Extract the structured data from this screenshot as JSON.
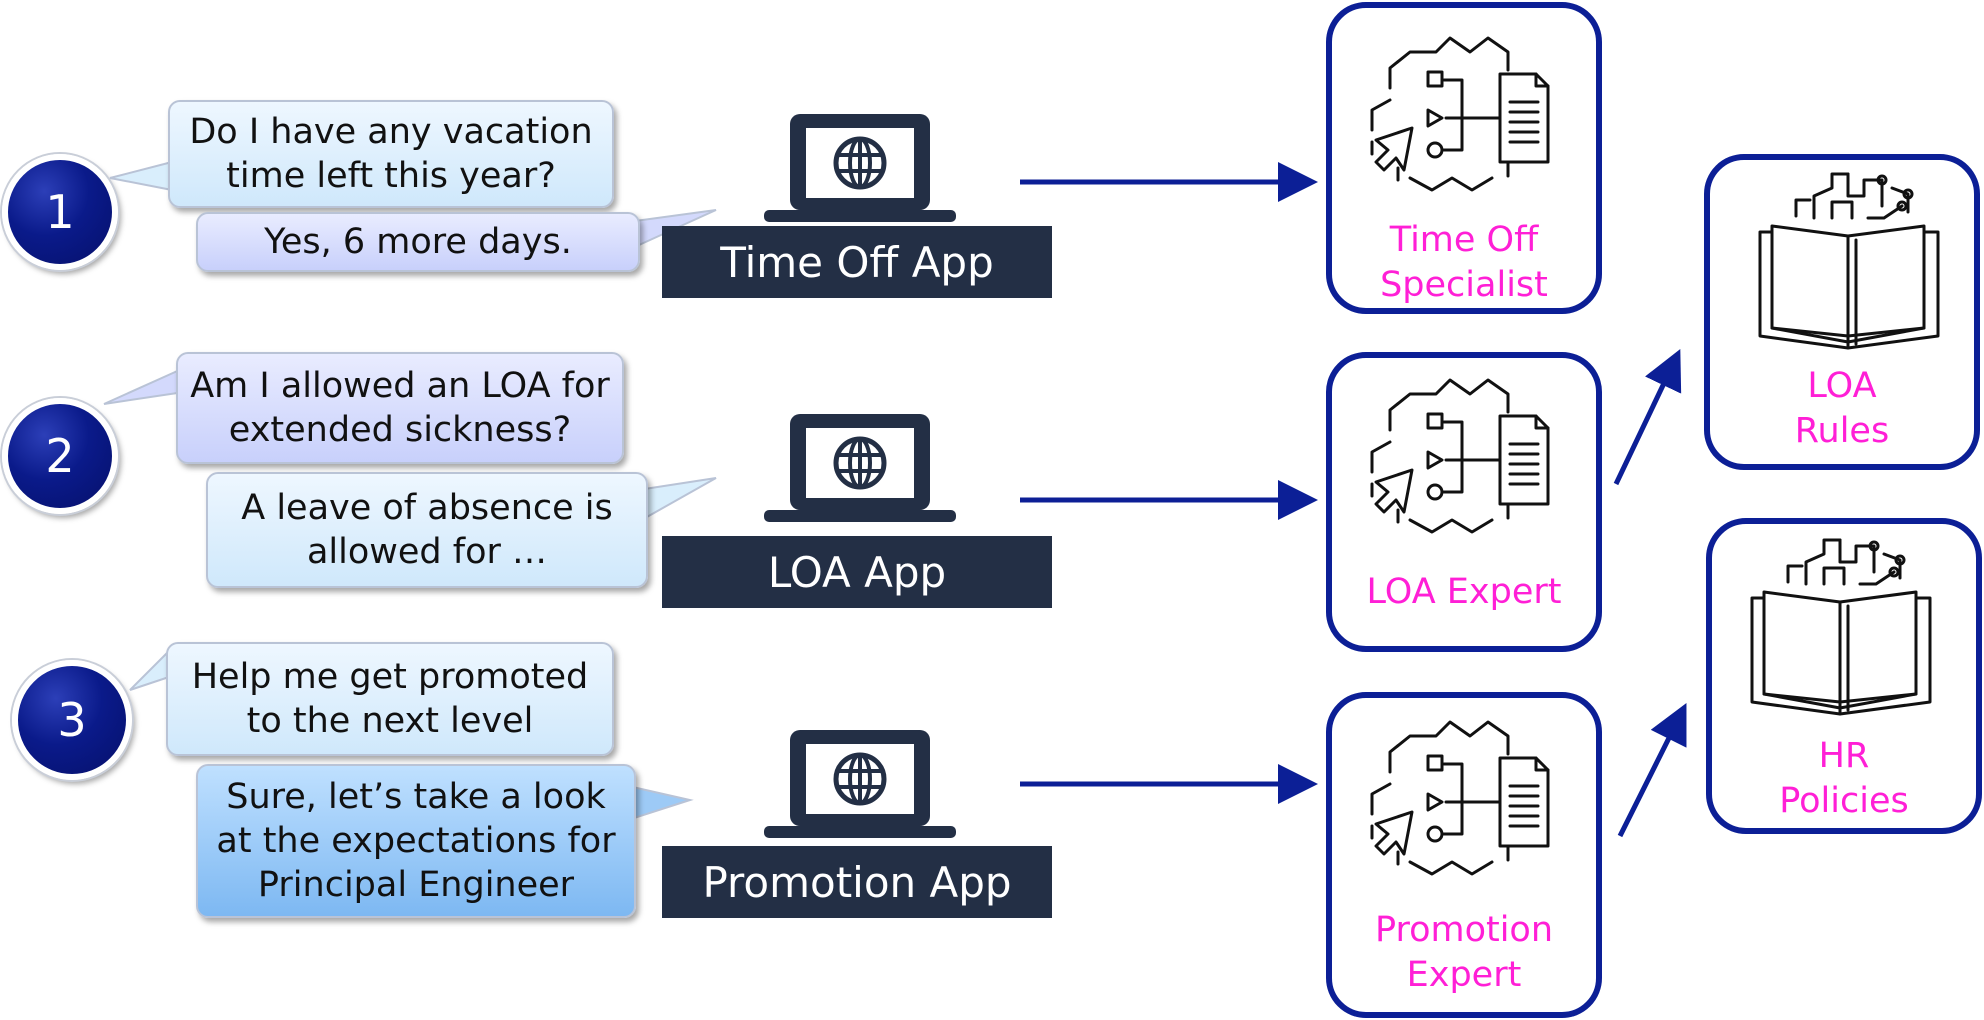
{
  "rows": [
    {
      "number": "1",
      "question": "Do I have any vacation\ntime left this year?",
      "answer": "Yes, 6 more days.",
      "app": "Time Off App",
      "agent": "Time Off\nSpecialist"
    },
    {
      "number": "2",
      "question": "Am I allowed an LOA for\nextended sickness?",
      "answer": "A leave of absence is\nallowed for …",
      "app": "LOA App",
      "agent": "LOA Expert"
    },
    {
      "number": "3",
      "question": "Help me get promoted\nto the next level",
      "answer": "Sure, let’s take a look\nat the expectations for\nPrincipal Engineer",
      "app": "Promotion App",
      "agent": "Promotion\nExpert"
    }
  ],
  "knowledge_bases": [
    {
      "label": "LOA\nRules"
    },
    {
      "label": "HR\nPolicies"
    }
  ],
  "colors": {
    "arrow": "#0c1f96",
    "box_border": "#0c1f96",
    "agent_text": "#ff1fd6",
    "app_label_bg": "#232f45",
    "laptop": "#232f45"
  },
  "icons": {
    "app": "laptop-globe-icon",
    "agent": "agent-workflow-icon",
    "knowledge": "knowledge-book-icon"
  }
}
